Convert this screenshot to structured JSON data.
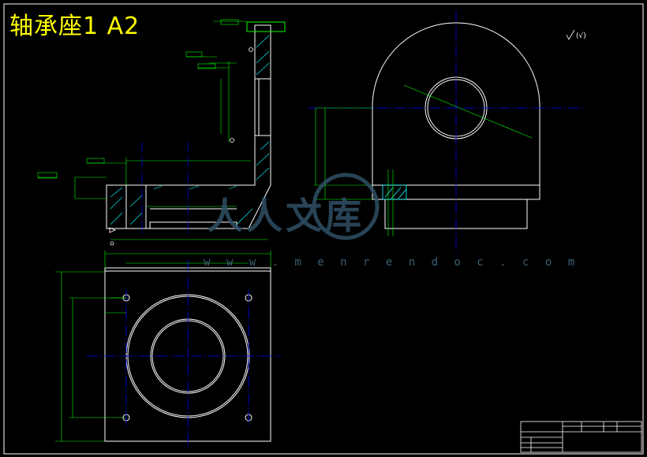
{
  "drawing": {
    "title": "轴承座1  A2",
    "watermark_url": "w w w . m e n r e n d o c . c o m",
    "watermark_logo_text": "人人文库"
  },
  "colors": {
    "background": "#000000",
    "outline": "#ffffff",
    "dimension": "#00ff00",
    "centerline": "#0000ff",
    "hatch": "#00ffff",
    "title": "#ffff00",
    "watermark": "#2f5166"
  }
}
